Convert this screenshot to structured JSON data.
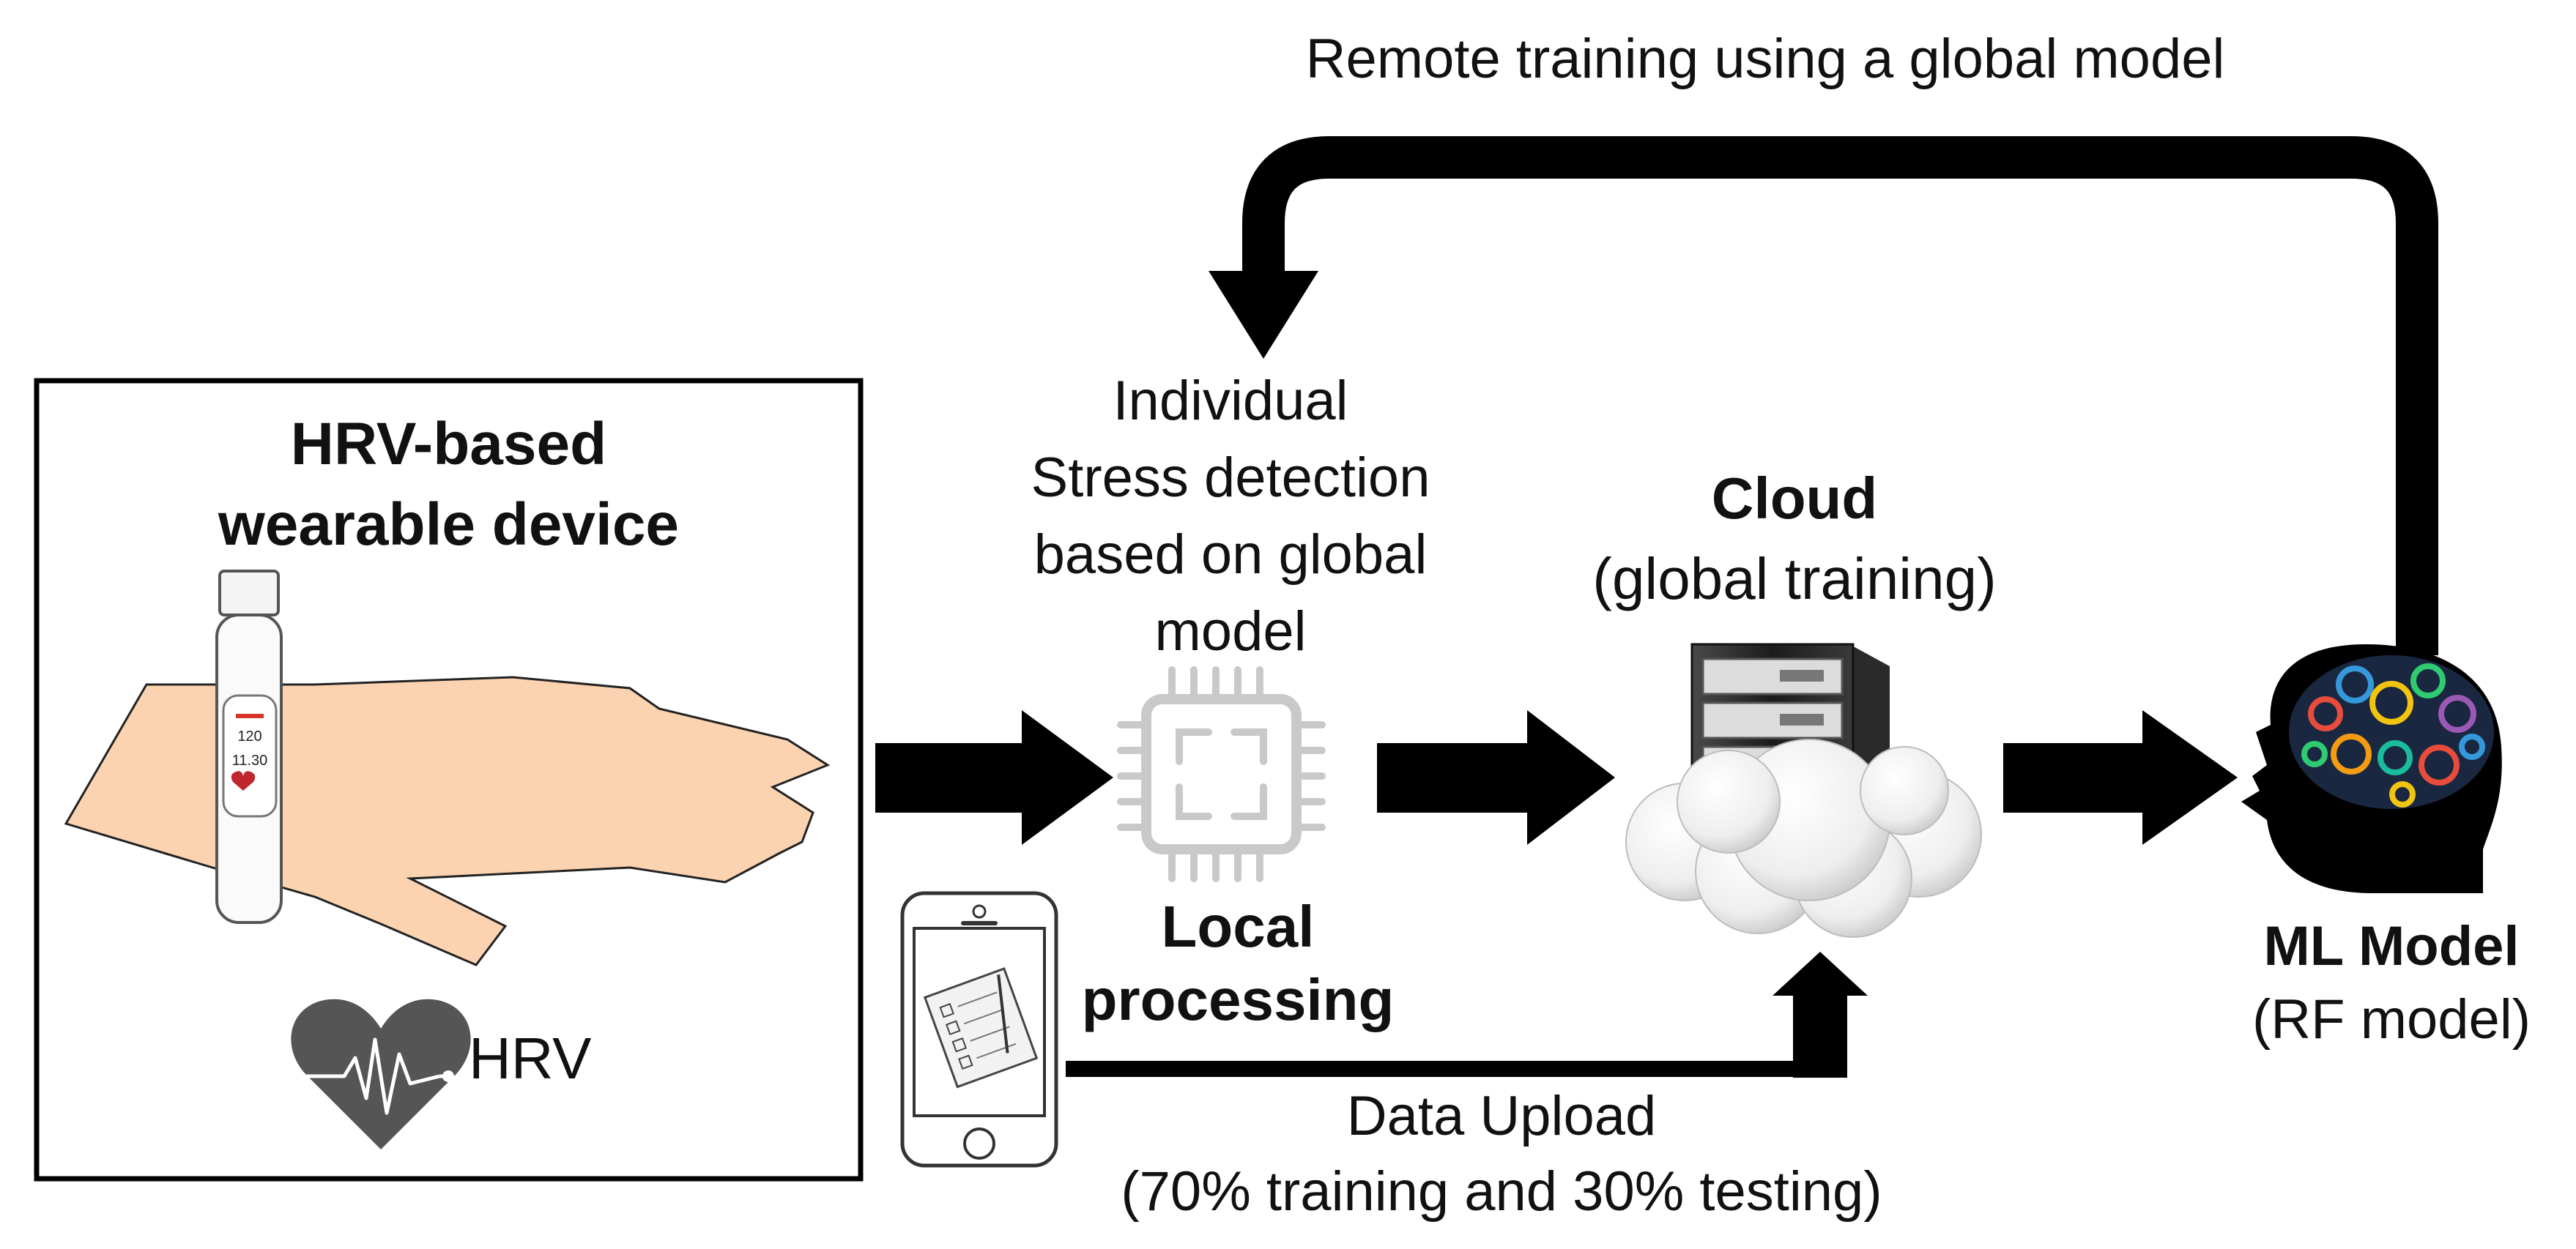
{
  "feedback_label": "Remote training using a global model",
  "device": {
    "title_line1": "HRV-based",
    "title_line2": "wearable device",
    "watch_reading_1": "120",
    "watch_reading_2": "11.30",
    "hrv_label": "HRV"
  },
  "local": {
    "desc_line1": "Individual",
    "desc_line2": "Stress detection",
    "desc_line3": "based on global",
    "desc_line4": "model",
    "title_line1": "Local",
    "title_line2": "processing"
  },
  "cloud": {
    "title": "Cloud",
    "subtitle": "(global training)"
  },
  "ml": {
    "title": "ML Model",
    "subtitle": "(RF model)"
  },
  "upload": {
    "line1": "Data Upload",
    "line2": "(70% training and 30% testing)"
  },
  "colors": {
    "arrow": "#000000",
    "skin": "#fbd3b0",
    "chip": "#c9c9c9",
    "heart": "#555555",
    "brain_bg": "#1a2740"
  },
  "icons": [
    "watch-icon",
    "hand-icon",
    "hrv-heart-icon",
    "chip-icon",
    "phone-icon",
    "server-icon",
    "cloud-icon",
    "head-brain-icon"
  ]
}
